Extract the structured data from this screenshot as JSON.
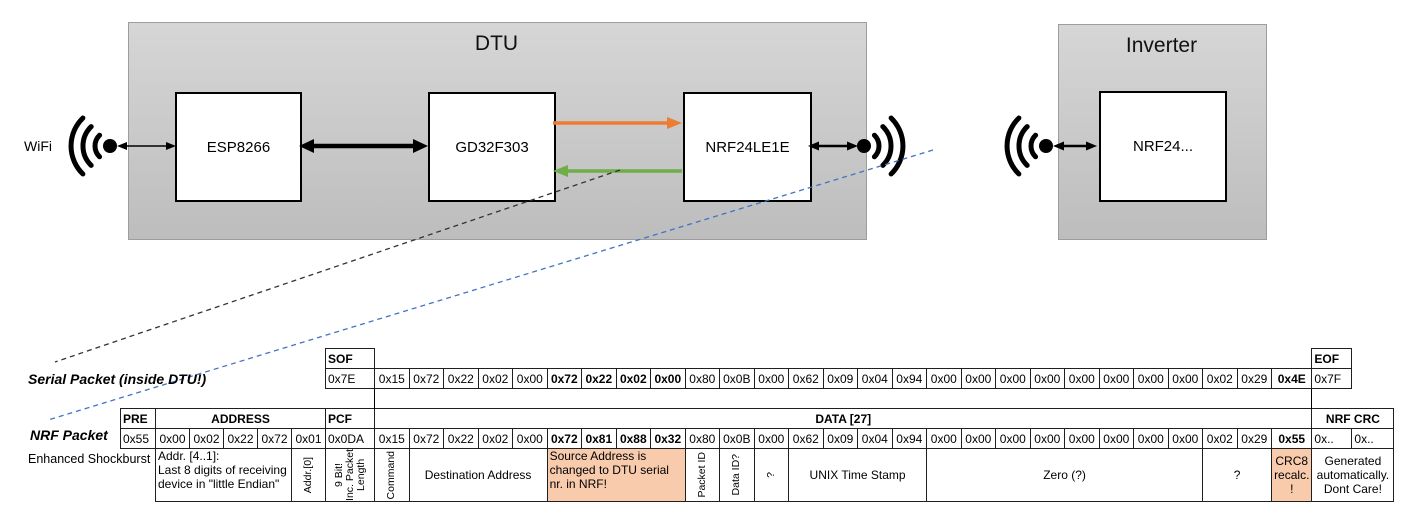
{
  "colors": {
    "orange_arrow": "#ED7D31",
    "green_arrow": "#70AD47",
    "blue_dash": "#4472C4",
    "green_light": "#C6E0B4",
    "green_dark": "#A9D08E",
    "yellow_bold": "#FFD966",
    "yellow_addr": "#FFE699",
    "blue_light": "#BDD7EE",
    "blue_crc": "#8EA9DB",
    "gray_cell": "#D9D9D9",
    "gold": "#FFC000",
    "salmon": "#F4B183",
    "salmon_light": "#F8CBAD"
  },
  "diagram": {
    "wifi_label": "WiFi",
    "dtu_title": "DTU",
    "esp_label": "ESP8266",
    "gd_label": "GD32F303",
    "nrf_label": "NRF24LE1E",
    "inverter_title": "Inverter",
    "inverter_nrf_label": "NRF24..."
  },
  "serial": {
    "label": "Serial Packet (inside DTU!)",
    "sof_header": "SOF",
    "sof_byte": "0x7E",
    "eof_header": "EOF",
    "eof_byte": "0x7F",
    "bytes": [
      "0x15",
      "0x72",
      "0x22",
      "0x02",
      "0x00",
      "0x72",
      "0x22",
      "0x02",
      "0x00",
      "0x80",
      "0x0B",
      "0x00",
      "0x62",
      "0x09",
      "0x04",
      "0x94",
      "0x00",
      "0x00",
      "0x00",
      "0x00",
      "0x00",
      "0x00",
      "0x00",
      "0x00",
      "0x02",
      "0x29",
      "0x4E"
    ]
  },
  "nrf": {
    "label": "NRF Packet",
    "sublabel": "Enhanced Shockburst",
    "pre_header": "PRE",
    "pre_byte": "0x55",
    "address_header": "ADDRESS",
    "address_bytes": [
      "0x00",
      "0x02",
      "0x22",
      "0x72",
      "0x01"
    ],
    "pcf_header": "PCF",
    "pcf_byte": "0x0DA",
    "data_header": "DATA [27]",
    "bytes": [
      "0x15",
      "0x72",
      "0x22",
      "0x02",
      "0x00",
      "0x72",
      "0x81",
      "0x88",
      "0x32",
      "0x80",
      "0x0B",
      "0x00",
      "0x62",
      "0x09",
      "0x04",
      "0x94",
      "0x00",
      "0x00",
      "0x00",
      "0x00",
      "0x00",
      "0x00",
      "0x00",
      "0x00",
      "0x02",
      "0x29",
      "0x55"
    ],
    "crc_header": "NRF CRC",
    "crc_bytes": [
      "0x..",
      "0x.."
    ]
  },
  "annotations": {
    "addr41": "Addr. [4..1]:\nLast 8 digits of receiving\ndevice in \"little Endian\"",
    "addr0": "Addr.[0]",
    "pcf": "9 Bit!\nInc. Packet\nLength",
    "command": "Command",
    "dest": "Destination Address",
    "source": "Source Address is\nchanged to DTU serial\nnr. in NRF!",
    "packet_id": "Packet ID",
    "data_id": "Data ID?",
    "q_small": "?",
    "unix": "UNIX Time Stamp",
    "zero": "Zero (?)",
    "q_wide": "?",
    "crc8": "CRC8\nrecalc.\n!",
    "generated": "Generated\nautomatically.\nDont Care!"
  }
}
